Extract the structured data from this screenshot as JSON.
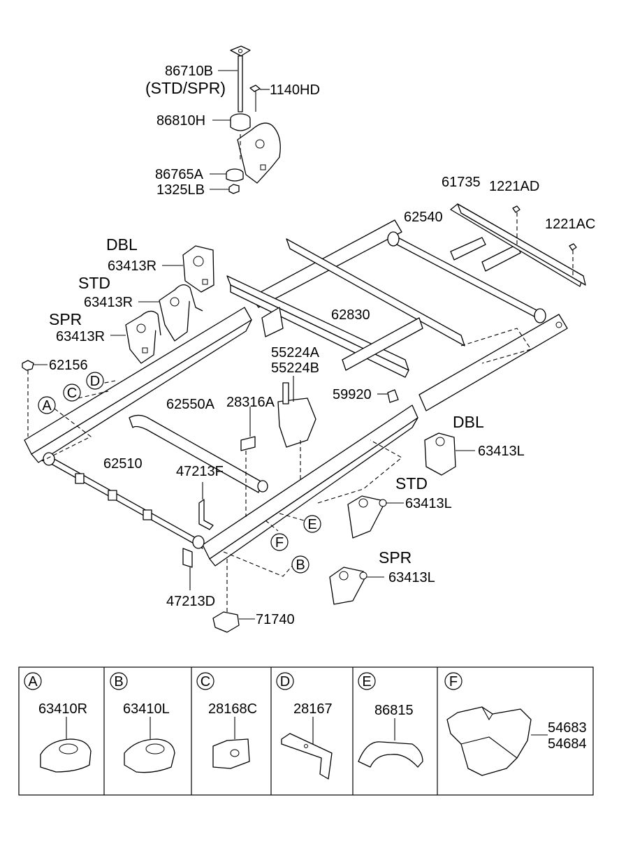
{
  "parts": {
    "p86710B": "86710B",
    "std_spr": "(STD/SPR)",
    "p1140HD": "1140HD",
    "p86810H": "86810H",
    "p86765A": "86765A",
    "p1325LB": "1325LB",
    "p61735": "61735",
    "p1221AD": "1221AD",
    "p1221AC": "1221AC",
    "p62540": "62540",
    "dbl_r": "DBL",
    "p63413R_dbl": "63413R",
    "std_r": "STD",
    "p63413R_std": "63413R",
    "spr_r": "SPR",
    "p63413R_spr": "63413R",
    "p62830": "62830",
    "p55224A": "55224A",
    "p55224B": "55224B",
    "p62156": "62156",
    "p59920": "59920",
    "p62550A": "62550A",
    "p28316A": "28316A",
    "dbl_l": "DBL",
    "p63413L_dbl": "63413L",
    "p62510": "62510",
    "p47213F": "47213F",
    "std_l": "STD",
    "p63413L_std": "63413L",
    "spr_l": "SPR",
    "p63413L_spr": "63413L",
    "p47213D": "47213D",
    "p71740": "71740"
  },
  "callouts": {
    "A": "A",
    "B": "B",
    "C": "C",
    "D": "D",
    "E": "E",
    "F": "F"
  },
  "detail_boxes": [
    {
      "letter": "A",
      "part": "63410R"
    },
    {
      "letter": "B",
      "part": "63410L"
    },
    {
      "letter": "C",
      "part": "28168C"
    },
    {
      "letter": "D",
      "part": "28167"
    },
    {
      "letter": "E",
      "part": "86815"
    },
    {
      "letter": "F",
      "part": "54683",
      "part2": "54684"
    }
  ]
}
